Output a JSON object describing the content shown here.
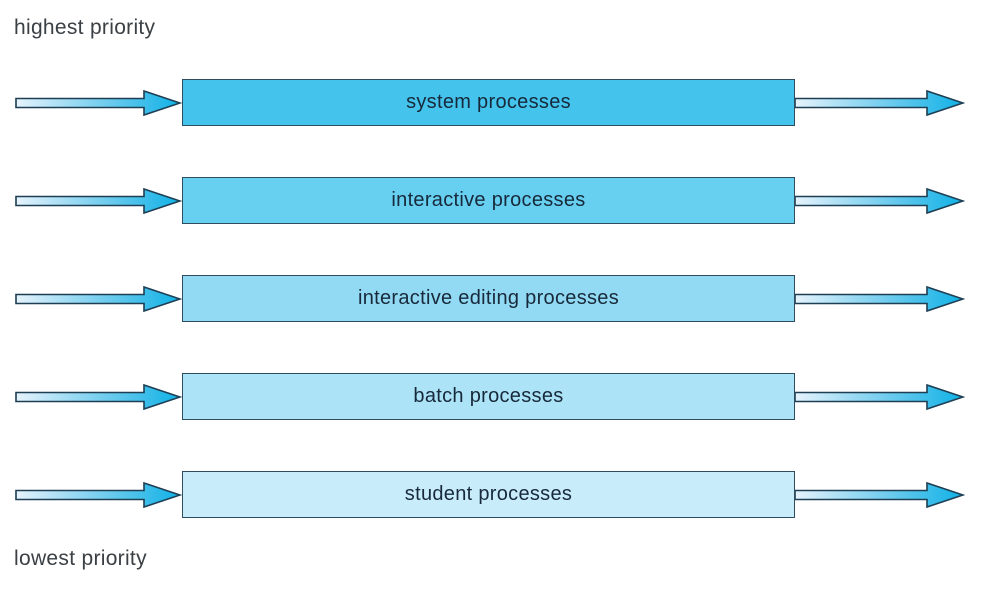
{
  "diagram": {
    "top_label": "highest priority",
    "bottom_label": "lowest priority",
    "rows": [
      {
        "label": "system processes",
        "color": "#44c3ec"
      },
      {
        "label": "interactive processes",
        "color": "#67cff0"
      },
      {
        "label": "interactive editing processes",
        "color": "#92daf3"
      },
      {
        "label": "batch processes",
        "color": "#ade3f7"
      },
      {
        "label": "student processes",
        "color": "#c9ecfa"
      }
    ],
    "colors": {
      "background": "#ffffff",
      "box_border": "#2e4d5e",
      "label_text": "#17293a",
      "priority_text": "#3b4045",
      "arrow_outline": "#1d3e53",
      "arrow_gradient_start": "#e6f3fc",
      "arrow_gradient_mid": "#6fccee",
      "arrow_gradient_end": "#10b1e6"
    }
  }
}
